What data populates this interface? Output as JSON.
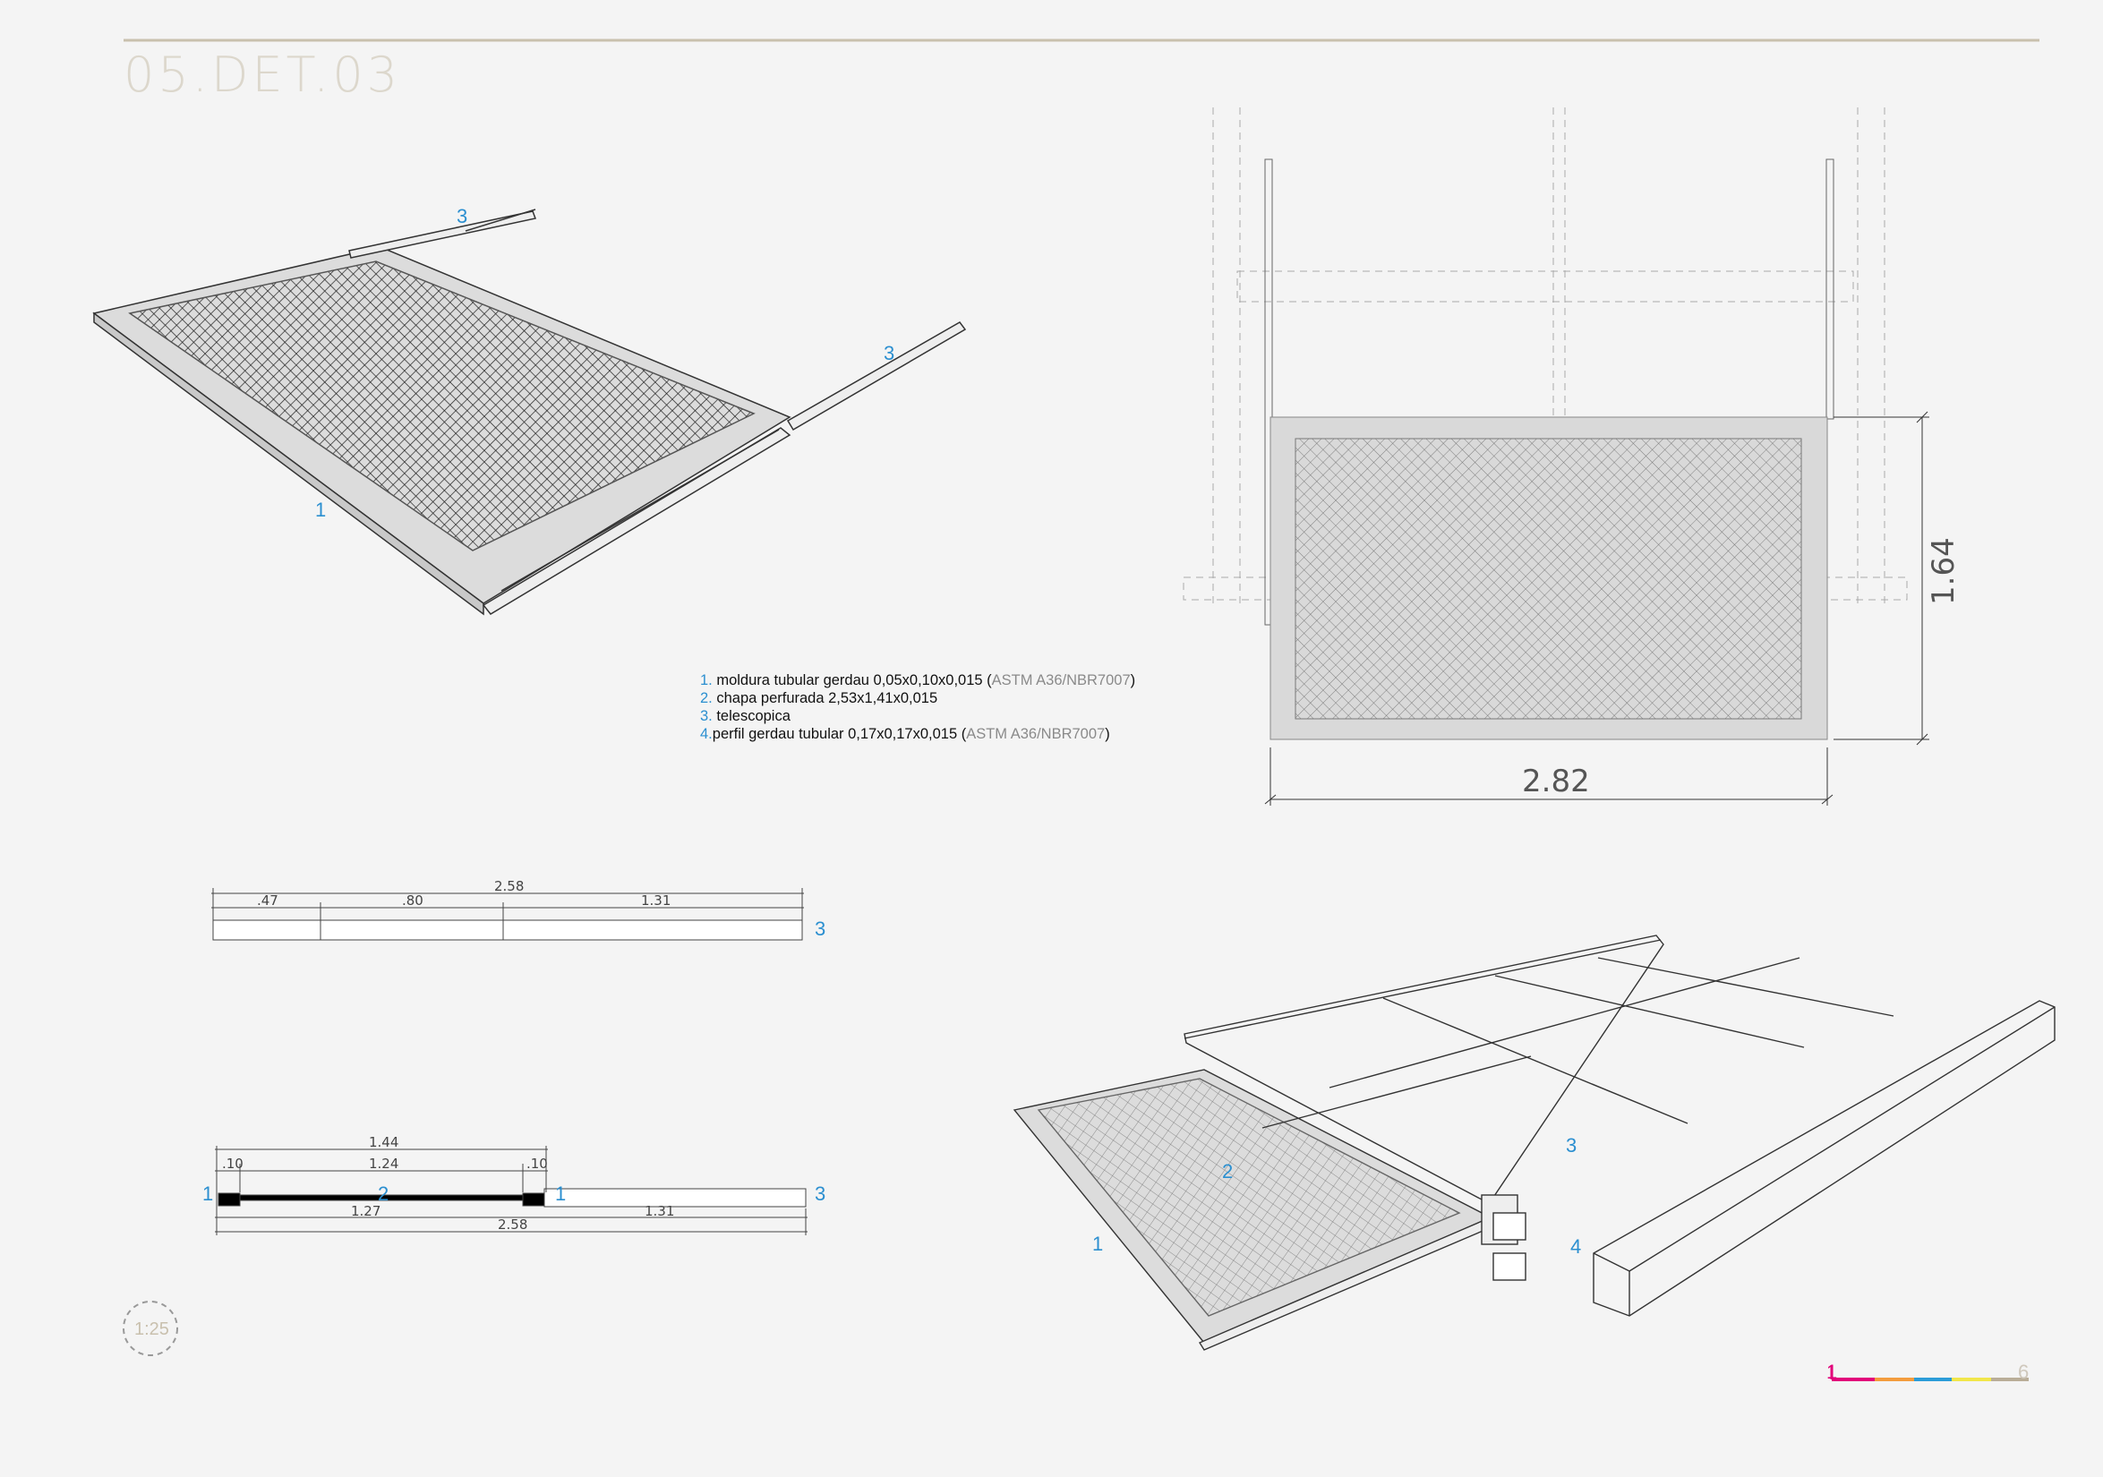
{
  "sheet": {
    "title": "05.DET.03",
    "scale": "1:25",
    "page_start": "1",
    "page_end": "6",
    "colors": {
      "accent_blue": "#2b8fd0",
      "title_gray": "#dcd7cc",
      "rule_tan": "#c9c0ae",
      "band_colors": [
        "#e2007a",
        "#f39c3d",
        "#2b9cd8",
        "#f1e64a",
        "#b9ad98"
      ]
    }
  },
  "legend": {
    "items": [
      {
        "num": "1.",
        "text": " moldura tubular gerdau 0,05x0,10x0,015 (",
        "std": "ASTM A36/NBR7007",
        "close": ")"
      },
      {
        "num": "2.",
        "text": " chapa perfurada 2,53x1,41x0,015",
        "std": "",
        "close": ""
      },
      {
        "num": "3.",
        "text": " telescopica",
        "std": "",
        "close": ""
      },
      {
        "num": "4.",
        "text": "perfil gerdau tubular 0,17x0,17x0,015 (",
        "std": "ASTM A36/NBR7007",
        "close": ")"
      }
    ]
  },
  "callouts": {
    "top_left": {
      "slide_top": "3",
      "slide_right": "3",
      "frame": "1"
    },
    "plan": {
      "width": "2.82",
      "height": "1.64"
    },
    "slide_elevation": {
      "total": "2.58",
      "seg1": ".47",
      "seg2": ".80",
      "seg3": "1.31",
      "tag": "3"
    },
    "section": {
      "top": "1.44",
      "left_gap": ".10",
      "mid": "1.24",
      "right_gap": ".10",
      "bottom_left": "1.27",
      "bottom_right": "1.31",
      "bottom_total": "2.58",
      "tag_frame_left": "1",
      "tag_plate": "2",
      "tag_frame_right": "1",
      "tag_slide": "3"
    },
    "bottom_right": {
      "plate": "2",
      "slide": "3",
      "frame": "1",
      "beam": "4"
    }
  }
}
